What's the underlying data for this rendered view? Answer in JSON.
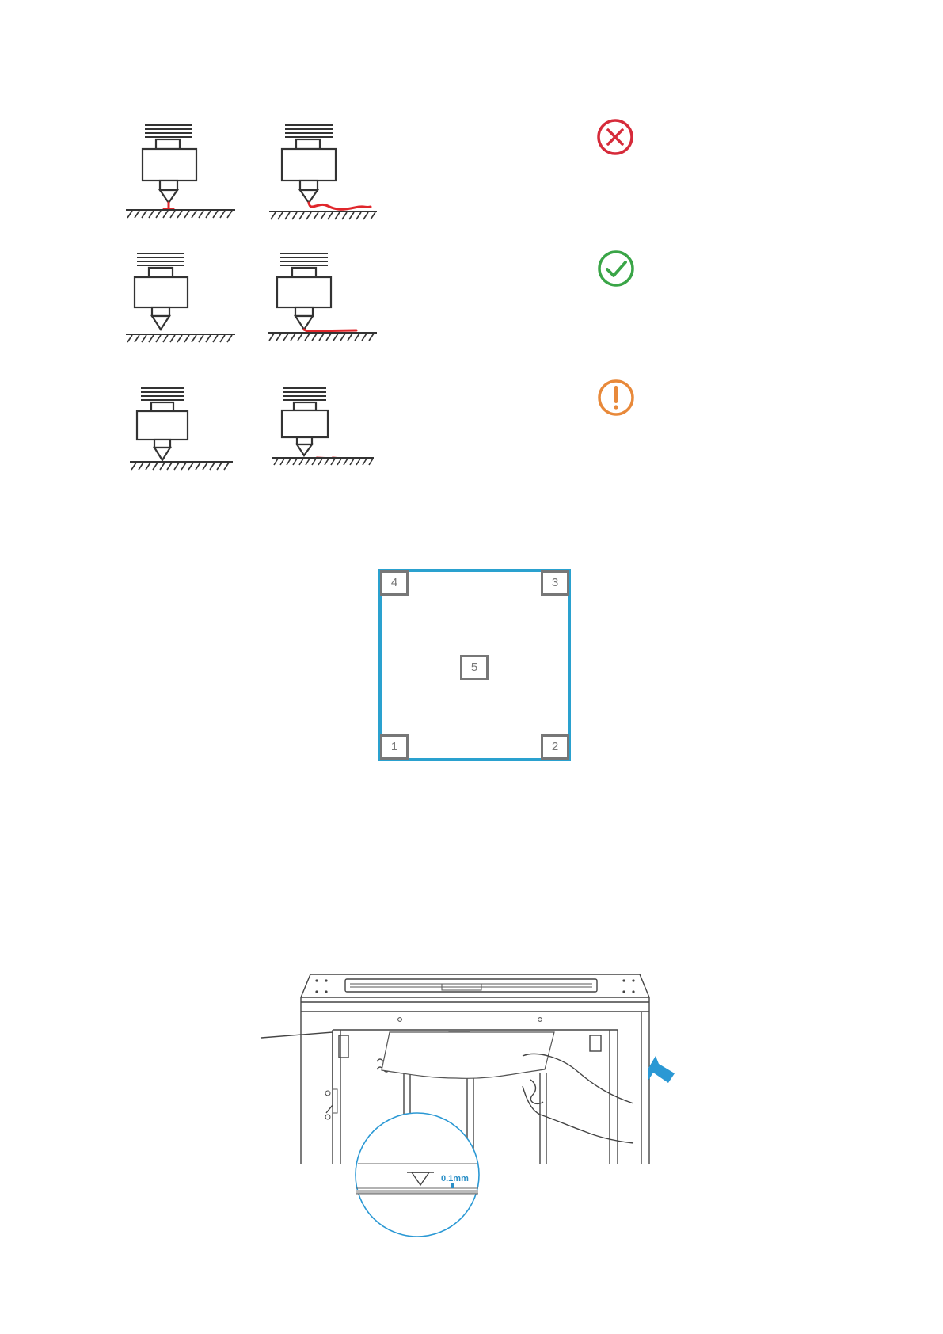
{
  "leveling_rows": [
    {
      "status": "error",
      "status_icon": "x-circle-icon",
      "status_color": "#d62b3a",
      "nozzle_height": "too-close"
    },
    {
      "status": "correct",
      "status_icon": "check-circle-icon",
      "status_color": "#3aa547",
      "nozzle_height": "correct"
    },
    {
      "status": "warning",
      "status_icon": "exclamation-circle-icon",
      "status_color": "#e8893a",
      "nozzle_height": "too-far"
    }
  ],
  "filament_color": "#e0262b",
  "bed_map": {
    "border_color": "#2aa1cf",
    "points": [
      {
        "label": "4",
        "position": "top-left"
      },
      {
        "label": "3",
        "position": "top-right"
      },
      {
        "label": "5",
        "position": "center"
      },
      {
        "label": "1",
        "position": "bottom-left"
      },
      {
        "label": "2",
        "position": "bottom-right"
      }
    ]
  },
  "paper_test": {
    "gap_label": "0.1mm",
    "arrow_color": "#2a98d4"
  }
}
